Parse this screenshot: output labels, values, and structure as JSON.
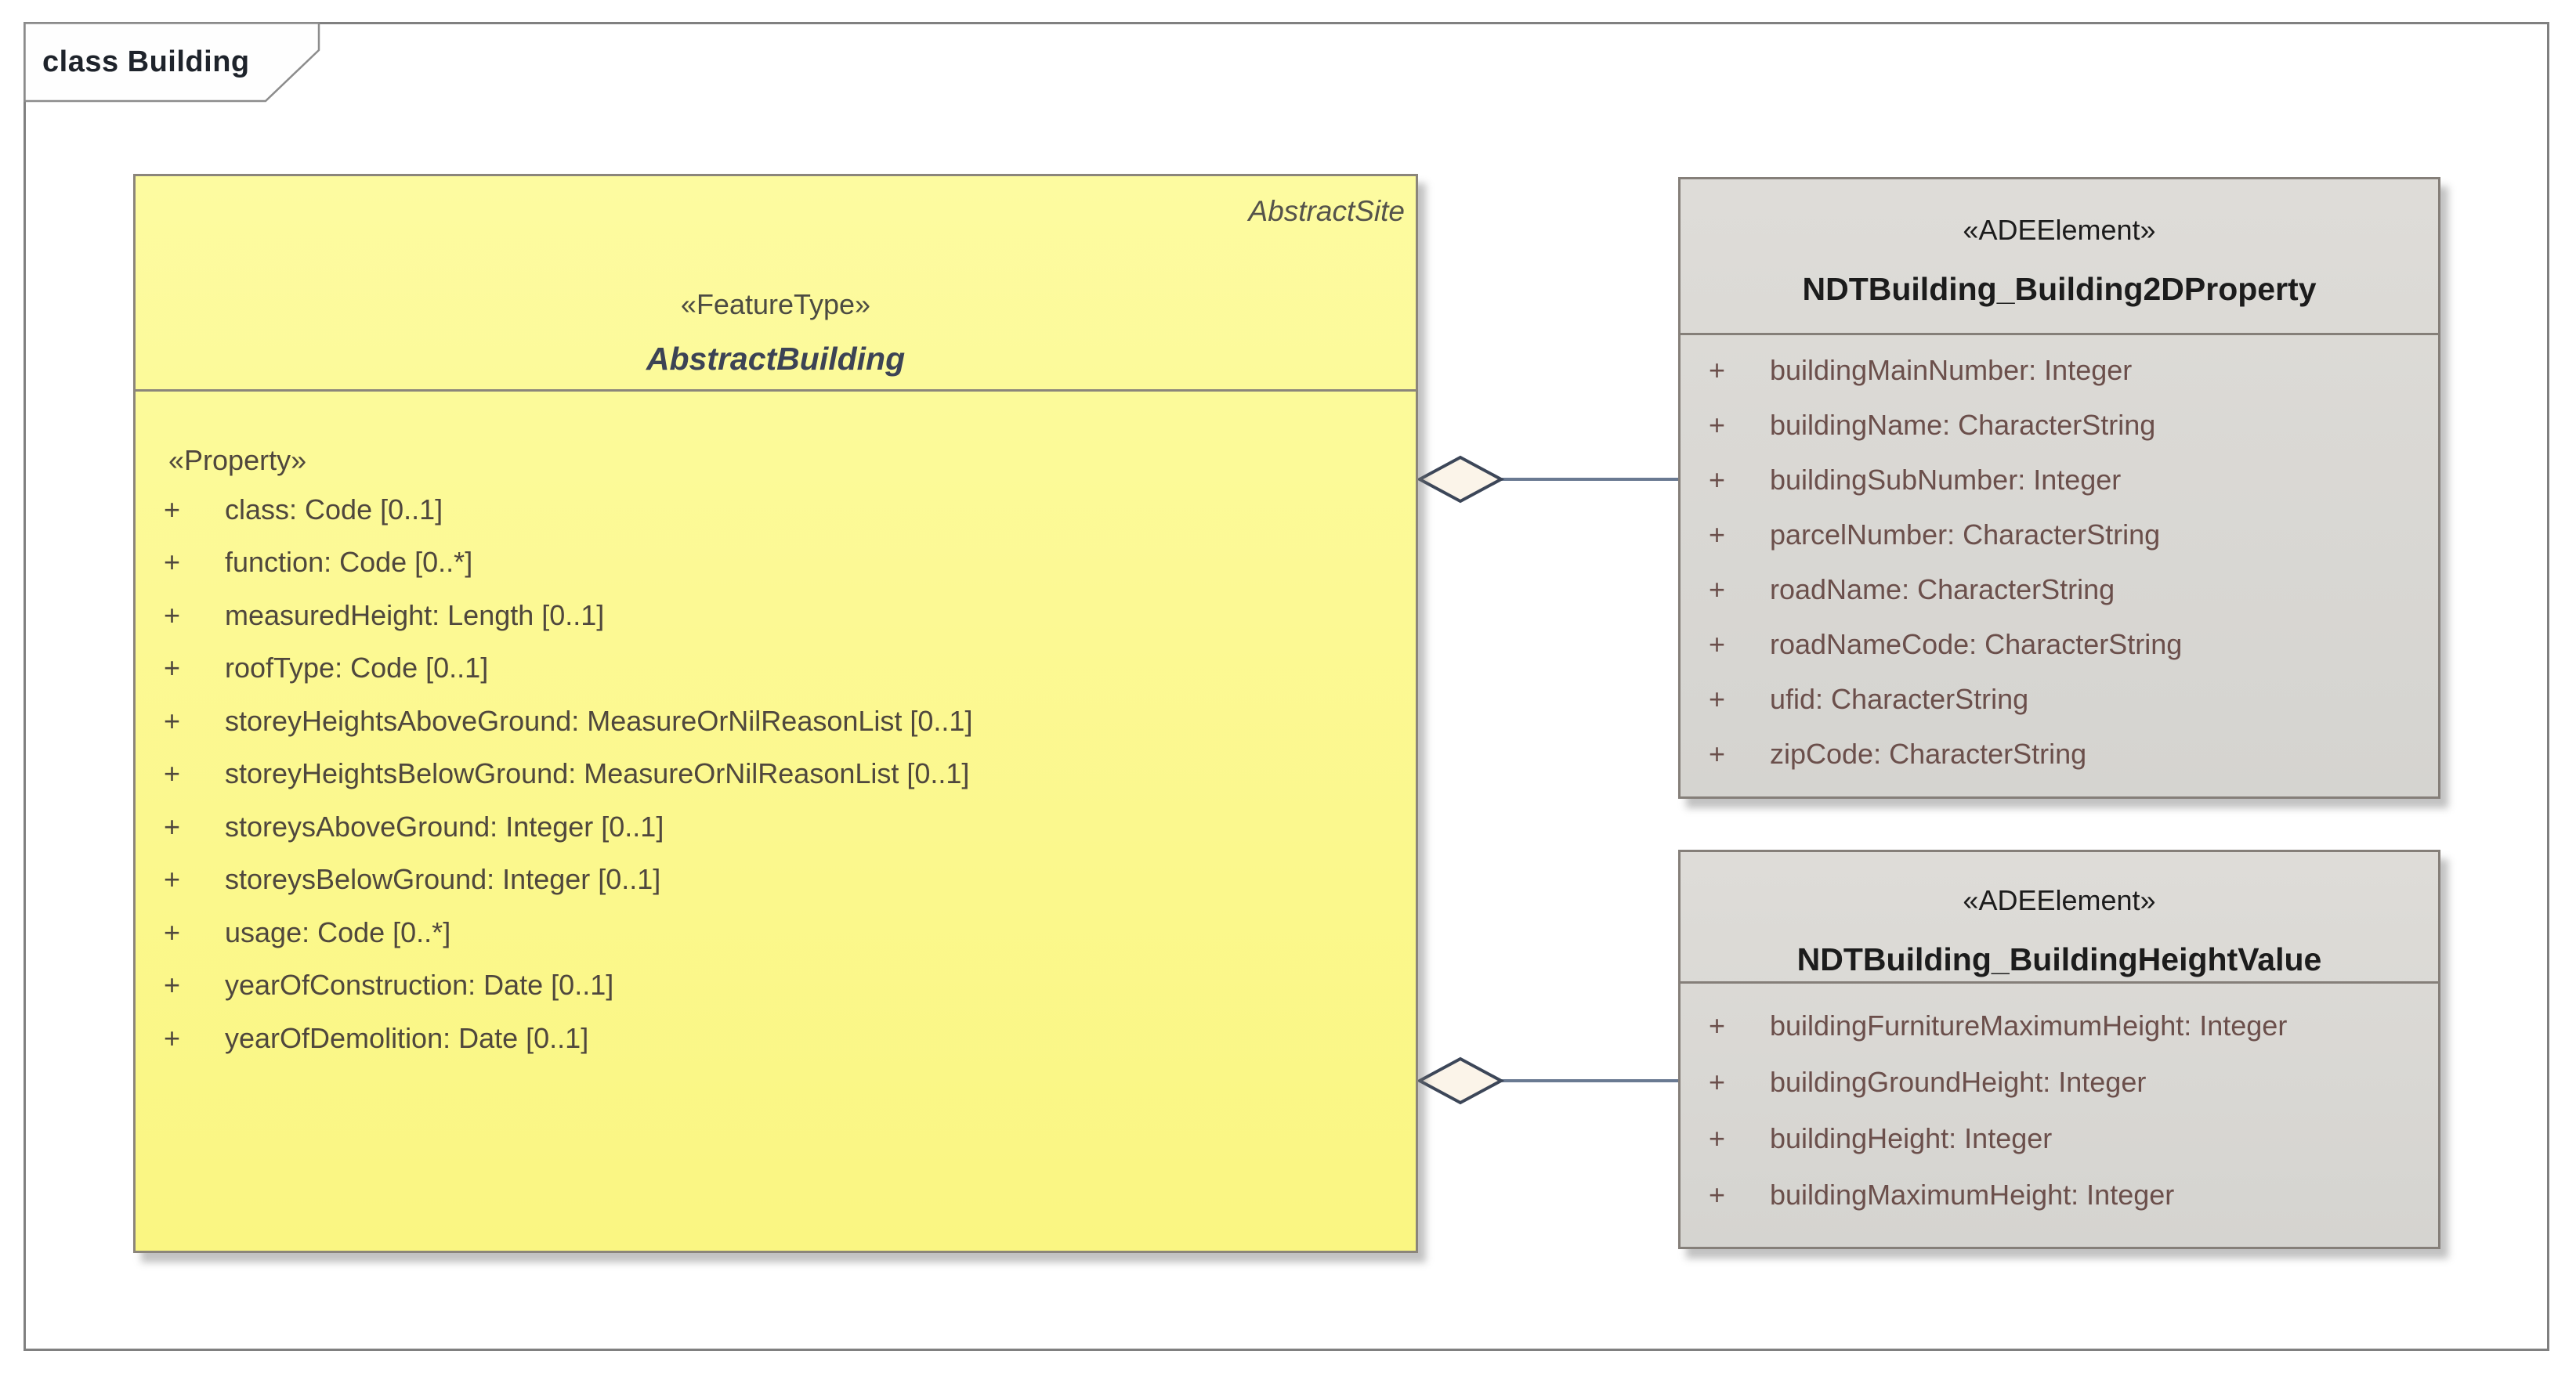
{
  "frame": {
    "title": "class Building"
  },
  "colors": {
    "frame_border": "#808080",
    "title_text": "#1e232b",
    "yellow_top": "#fdfba0",
    "yellow_bottom": "#faf682",
    "yellow_border": "#8b857b",
    "gray_top": "#dedcd8",
    "gray_bottom": "#d5d4d0",
    "gray_border": "#857f79",
    "stereotype_text": "#4c4b42",
    "classname_text": "#3c4355",
    "annotation_text": "#55534b",
    "attr_text_yellow": "#4f473d",
    "attr_text_gray": "#6b4f4b",
    "gray_header_text": "#1c1c1c",
    "connector_color": "#6a7a92",
    "diamond_fill": "#fbf4e9",
    "diamond_stroke": "#3c4658"
  },
  "classes": {
    "abstract_building": {
      "annotation": "AbstractSite",
      "stereotype": "«FeatureType»",
      "name": "AbstractBuilding",
      "attr_stereotype": "«Property»",
      "attributes": [
        {
          "vis": "+",
          "text": "class: Code [0..1]"
        },
        {
          "vis": "+",
          "text": "function: Code [0..*]"
        },
        {
          "vis": "+",
          "text": "measuredHeight: Length [0..1]"
        },
        {
          "vis": "+",
          "text": "roofType: Code [0..1]"
        },
        {
          "vis": "+",
          "text": "storeyHeightsAboveGround: MeasureOrNilReasonList [0..1]"
        },
        {
          "vis": "+",
          "text": "storeyHeightsBelowGround: MeasureOrNilReasonList [0..1]"
        },
        {
          "vis": "+",
          "text": "storeysAboveGround: Integer [0..1]"
        },
        {
          "vis": "+",
          "text": "storeysBelowGround: Integer [0..1]"
        },
        {
          "vis": "+",
          "text": "usage: Code [0..*]"
        },
        {
          "vis": "+",
          "text": "yearOfConstruction: Date [0..1]"
        },
        {
          "vis": "+",
          "text": "yearOfDemolition: Date [0..1]"
        }
      ]
    },
    "building2d": {
      "stereotype": "«ADEElement»",
      "name": "NDTBuilding_Building2DProperty",
      "attributes": [
        {
          "vis": "+",
          "text": "buildingMainNumber: Integer"
        },
        {
          "vis": "+",
          "text": "buildingName: CharacterString"
        },
        {
          "vis": "+",
          "text": "buildingSubNumber: Integer"
        },
        {
          "vis": "+",
          "text": "parcelNumber: CharacterString"
        },
        {
          "vis": "+",
          "text": "roadName: CharacterString"
        },
        {
          "vis": "+",
          "text": "roadNameCode: CharacterString"
        },
        {
          "vis": "+",
          "text": "ufid: CharacterString"
        },
        {
          "vis": "+",
          "text": "zipCode: CharacterString"
        }
      ]
    },
    "height_value": {
      "stereotype": "«ADEElement»",
      "name": "NDTBuilding_BuildingHeightValue",
      "attributes": [
        {
          "vis": "+",
          "text": "buildingFurnitureMaximumHeight: Integer"
        },
        {
          "vis": "+",
          "text": "buildingGroundHeight: Integer"
        },
        {
          "vis": "+",
          "text": "buildingHeight: Integer"
        },
        {
          "vis": "+",
          "text": "buildingMaximumHeight: Integer"
        }
      ]
    }
  },
  "connectors": [
    {
      "type": "aggregation",
      "from": "AbstractBuilding",
      "to": "NDTBuilding_Building2DProperty"
    },
    {
      "type": "aggregation",
      "from": "AbstractBuilding",
      "to": "NDTBuilding_BuildingHeightValue"
    }
  ]
}
